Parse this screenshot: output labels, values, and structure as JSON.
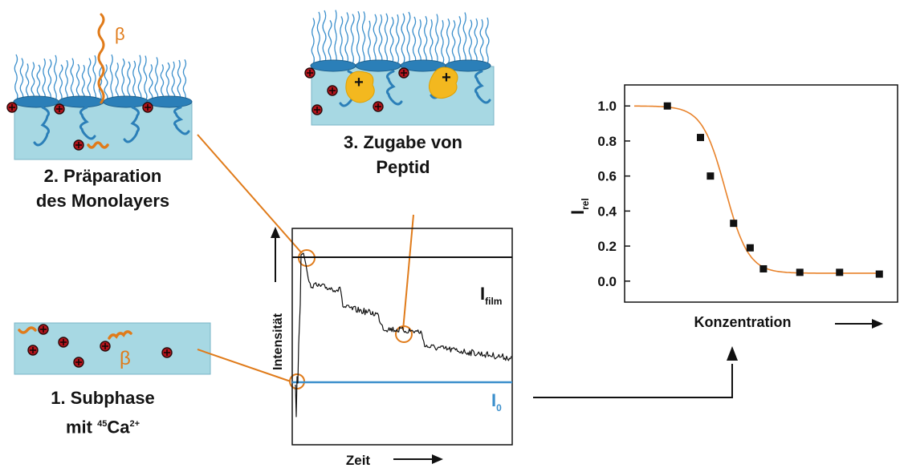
{
  "colors": {
    "subphase": "#a7d8e3",
    "lipid_head": "#2b7fb8",
    "tail": "#3b8fcc",
    "connector": "#e07b1a",
    "ion_fill": "#b3141c",
    "peptide": "#f3b81f",
    "i0_line": "#3b8fcc",
    "fit_curve": "#e8822a",
    "trace": "#111111"
  },
  "panels": {
    "subphase": {
      "line1": "1. Subphase",
      "line2_prefix": "mit",
      "isotope_mass": "45",
      "element": "Ca",
      "charge": "2+",
      "beta": "β"
    },
    "monolayer": {
      "line1": "2. Präparation",
      "line2": "des Monolayers",
      "beta": "β"
    },
    "peptide": {
      "line1": "3. Zugabe von",
      "line2": "Peptid",
      "plus": "+"
    }
  },
  "trace_plot": {
    "ylabel": "Intensität",
    "xlabel": "Zeit",
    "level_film": {
      "main": "I",
      "sub": "film"
    },
    "level_zero": {
      "main": "I",
      "sub": "0"
    }
  },
  "chart_data": {
    "type": "scatter",
    "xlabel": "Konzentration",
    "ylabel": {
      "main": "I",
      "sub": "rel"
    },
    "ylim": [
      -0.12,
      1.12
    ],
    "yticks": [
      "1.0",
      "0.8",
      "0.6",
      "0.4",
      "0.2",
      "0.0"
    ],
    "ytick_values": [
      1.0,
      0.8,
      0.6,
      0.4,
      0.2,
      0.0
    ],
    "x": [
      1.0,
      2.0,
      2.3,
      3.0,
      3.5,
      3.9,
      5.0,
      6.2,
      7.4
    ],
    "y": [
      1.0,
      0.82,
      0.6,
      0.33,
      0.19,
      0.07,
      0.05,
      0.05,
      0.04
    ],
    "fit": {
      "top": 1.0,
      "bottom": 0.045,
      "x_half": 2.75,
      "slope": 0.35
    },
    "xlim": [
      0,
      8
    ]
  }
}
